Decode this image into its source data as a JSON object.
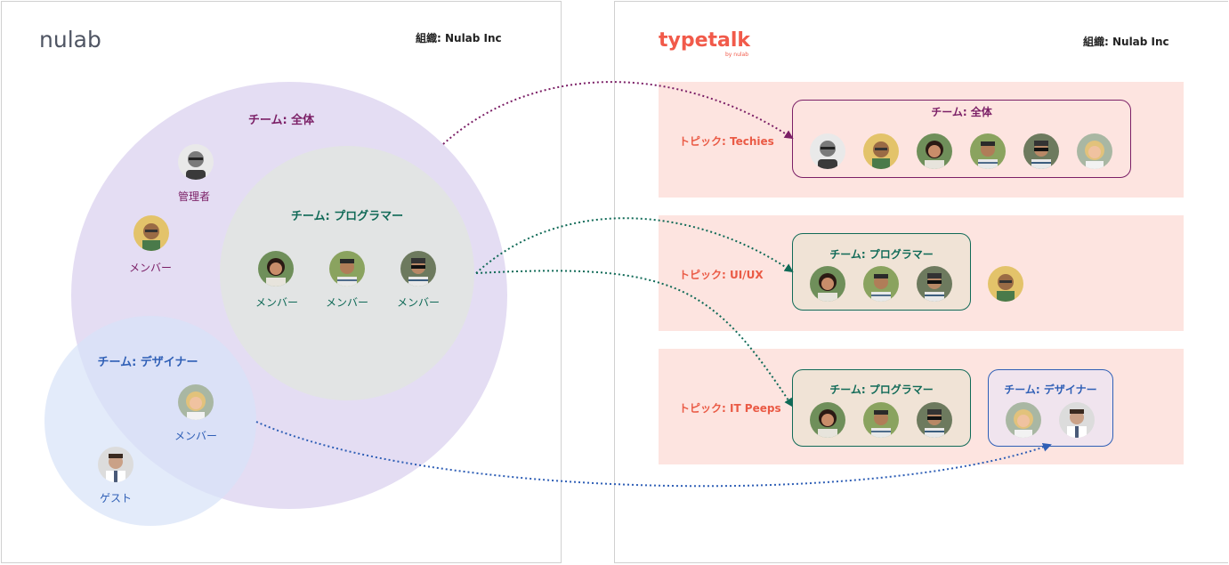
{
  "left": {
    "logo": "nulab",
    "org_label": "組織: Nulab Inc",
    "team_all": {
      "title": "チーム: 全体",
      "admin_label": "管理者",
      "member_label": "メンバー"
    },
    "team_programmer": {
      "title": "チーム: プログラマー",
      "members": [
        "メンバー",
        "メンバー",
        "メンバー"
      ]
    },
    "team_designer": {
      "title": "チーム: デザイナー",
      "member_label": "メンバー",
      "guest_label": "ゲスト"
    }
  },
  "right": {
    "logo": "typetalk",
    "logo_by": "by nulab",
    "org_label": "組織: Nulab Inc",
    "topics": [
      {
        "label": "トピック: Techies",
        "team_title": "チーム: 全体"
      },
      {
        "label": "トピック: UI/UX",
        "team_title": "チーム: プログラマー"
      },
      {
        "label": "トピック: IT Peeps",
        "team_title": "チーム: プログラマー",
        "team2_title": "チーム: デザイナー"
      }
    ]
  },
  "colors": {
    "purple": "#7b1f66",
    "green": "#106a57",
    "blue": "#2f5fb6",
    "topic_bg": "#fde4e0",
    "topic_text": "#ea5a45",
    "typetalk_brand": "#f15a4a",
    "circle_all": "#e4ddf3",
    "circle_programmer": "#e2e4e4",
    "circle_designer": "#dfe6f7"
  }
}
